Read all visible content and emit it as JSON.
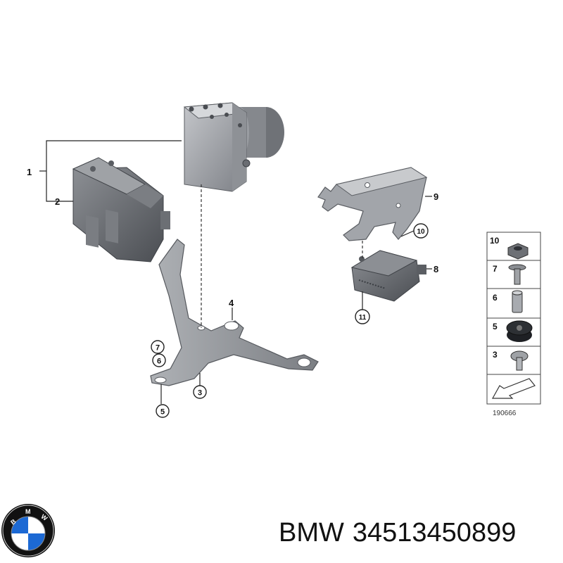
{
  "callouts": {
    "c1": "1",
    "c2": "2",
    "c3": "3",
    "c4": "4",
    "c5": "5",
    "c6": "6",
    "c7": "7",
    "c8": "8",
    "c9": "9",
    "c10": "10",
    "c11": "11"
  },
  "legend": {
    "items": [
      "10",
      "7",
      "6",
      "5",
      "3"
    ]
  },
  "diagram_id": "190666",
  "footer": {
    "brand": "BMW",
    "part_number": "34513450899"
  },
  "logo": {
    "letters": "BMW"
  },
  "colors": {
    "part_fill": "#8a8d92",
    "part_dark": "#5d6066",
    "part_light": "#b9bcc1",
    "bmw_blue": "#1c69d4"
  }
}
